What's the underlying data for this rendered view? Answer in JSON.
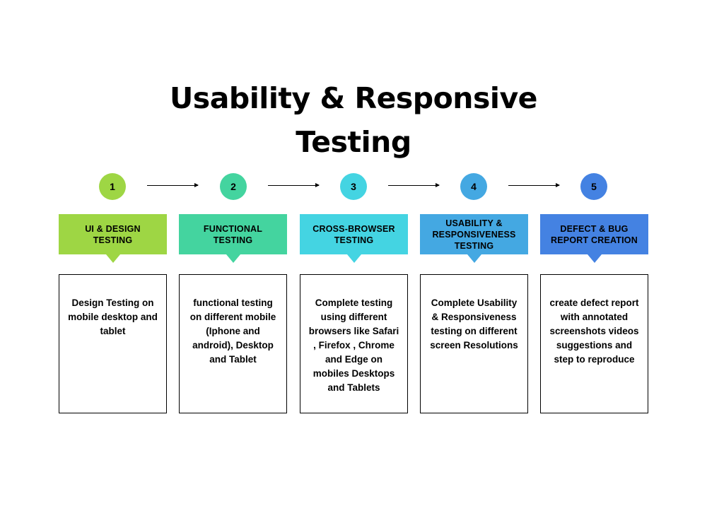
{
  "title": {
    "line1": "Usability & Responsive",
    "line2": "Testing"
  },
  "steps": [
    {
      "number": "1",
      "label": "UI & DESIGN TESTING",
      "description": "Design Testing on mobile desktop and tablet",
      "color": "#9ED644"
    },
    {
      "number": "2",
      "label": "FUNCTIONAL TESTING",
      "description": "functional testing on different mobile (Iphone and android), Desktop and Tablet",
      "color": "#44D49F"
    },
    {
      "number": "3",
      "label": "CROSS-BROWSER TESTING",
      "description": "Complete testing using different browsers like Safari , Firefox , Chrome and Edge on mobiles Desktops and Tablets",
      "color": "#44D4E2"
    },
    {
      "number": "4",
      "label": "USABILITY & RESPONSIVENESS TESTING",
      "description": "Complete Usability & Responsiveness testing on different screen Resolutions",
      "color": "#44A8E2"
    },
    {
      "number": "5",
      "label": "DEFECT & BUG REPORT CREATION",
      "description": "create defect report with annotated screenshots videos suggestions and step to reproduce",
      "color": "#4482E2"
    }
  ]
}
